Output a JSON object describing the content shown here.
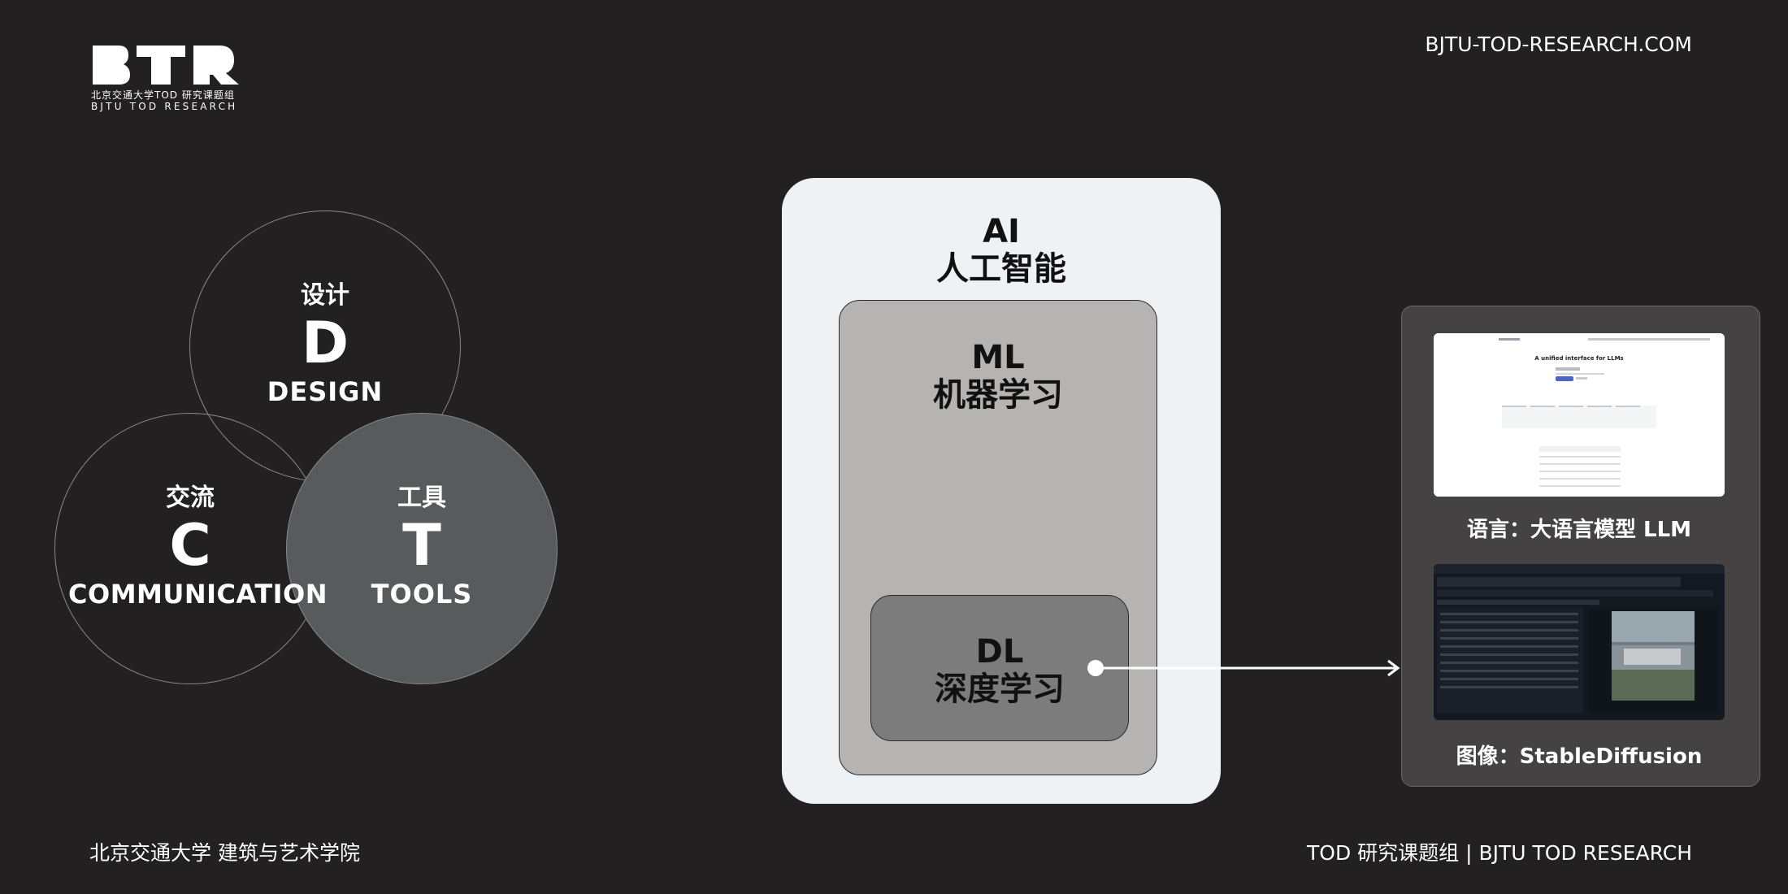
{
  "logo": {
    "cn": "北京交通大学TOD 研究课题组",
    "en": "BJTU TOD RESEARCH"
  },
  "site_url": "BJTU-TOD-RESEARCH.COM",
  "venn": {
    "design": {
      "cn": "设计",
      "letter": "D",
      "en": "DESIGN"
    },
    "communication": {
      "cn": "交流",
      "letter": "C",
      "en": "COMMUNICATION"
    },
    "tools": {
      "cn": "工具",
      "letter": "T",
      "en": "TOOLS"
    }
  },
  "ai_stack": {
    "ai": {
      "en": "AI",
      "cn": "人工智能"
    },
    "ml": {
      "en": "ML",
      "cn": "机器学习"
    },
    "dl": {
      "en": "DL",
      "cn": "深度学习"
    }
  },
  "tools_card": {
    "llm_caption": "语言：大语言模型 LLM",
    "sd_caption": "图像：StableDiffusion",
    "llm_screenshot": {
      "headline": "A unified interface for LLMs"
    }
  },
  "footer": {
    "left": "北京交通大学 建筑与艺术学院",
    "right": "TOD 研究课题组 | BJTU TOD RESEARCH"
  },
  "colors": {
    "background": "#222021",
    "tools_circle": "#575b5c",
    "ai_panel": "#eef2f4",
    "ml_panel": "#b5b4b3",
    "dl_panel": "#7d7c7c",
    "card": "#454243"
  }
}
